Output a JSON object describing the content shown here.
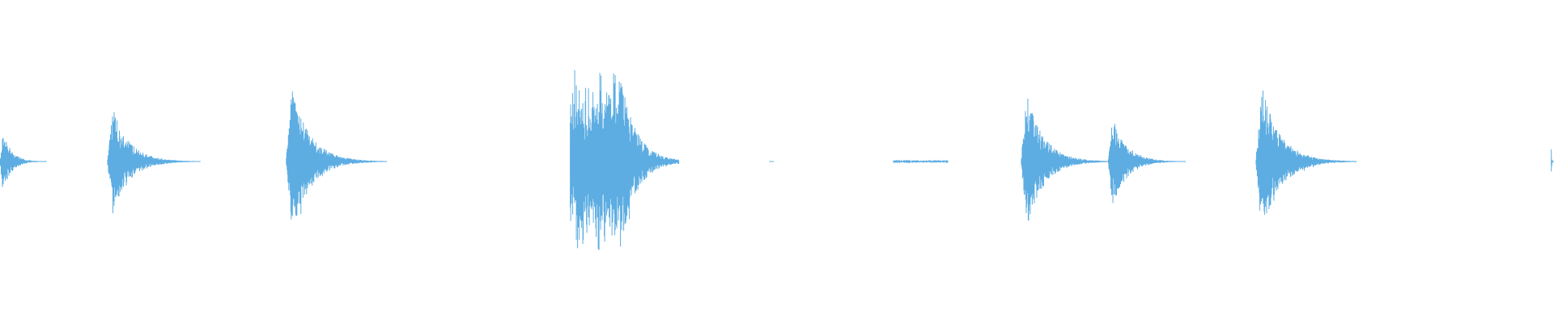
{
  "waveform": {
    "color": "#5DADE2",
    "background": "#FFFFFF",
    "events": [
      {
        "onset": 0.0,
        "duration": 0.03,
        "amplitude": 0.19,
        "kind": "hit"
      },
      {
        "onset": 0.069,
        "duration": 0.06,
        "amplitude": 0.33,
        "kind": "hit"
      },
      {
        "onset": 0.184,
        "duration": 0.065,
        "amplitude": 0.45,
        "kind": "hit"
      },
      {
        "onset": 0.367,
        "duration": 0.07,
        "amplitude": 0.58,
        "kind": "burst"
      },
      {
        "onset": 0.495,
        "duration": 0.003,
        "amplitude": 0.005,
        "kind": "tick"
      },
      {
        "onset": 0.575,
        "duration": 0.035,
        "amplitude": 0.01,
        "kind": "noise"
      },
      {
        "onset": 0.657,
        "duration": 0.06,
        "amplitude": 0.42,
        "kind": "hit"
      },
      {
        "onset": 0.713,
        "duration": 0.05,
        "amplitude": 0.28,
        "kind": "hit"
      },
      {
        "onset": 0.808,
        "duration": 0.065,
        "amplitude": 0.47,
        "kind": "hit"
      },
      {
        "onset": 0.998,
        "duration": 0.002,
        "amplitude": 0.11,
        "kind": "hit"
      }
    ]
  }
}
